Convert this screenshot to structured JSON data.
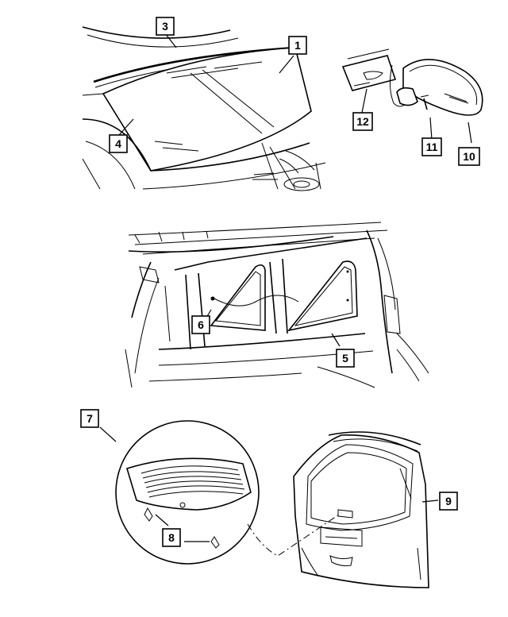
{
  "callouts": [
    {
      "id": "c1",
      "label": "1",
      "part": "windshield"
    },
    {
      "id": "c3",
      "label": "3",
      "part": "windshield-upper-molding"
    },
    {
      "id": "c4",
      "label": "4",
      "part": "windshield-lower-molding"
    },
    {
      "id": "c12",
      "label": "12",
      "part": "mirror-mounting-button"
    },
    {
      "id": "c11",
      "label": "11",
      "part": "mirror-screw"
    },
    {
      "id": "c10",
      "label": "10",
      "part": "rear-view-mirror"
    },
    {
      "id": "c6",
      "label": "6",
      "part": "quarter-glass-left"
    },
    {
      "id": "c5",
      "label": "5",
      "part": "quarter-glass-right"
    },
    {
      "id": "c7",
      "label": "7",
      "part": "liftgate-glass-detail"
    },
    {
      "id": "c8",
      "label": "8",
      "part": "liftgate-glass-fasteners"
    },
    {
      "id": "c9",
      "label": "9",
      "part": "liftgate"
    }
  ]
}
